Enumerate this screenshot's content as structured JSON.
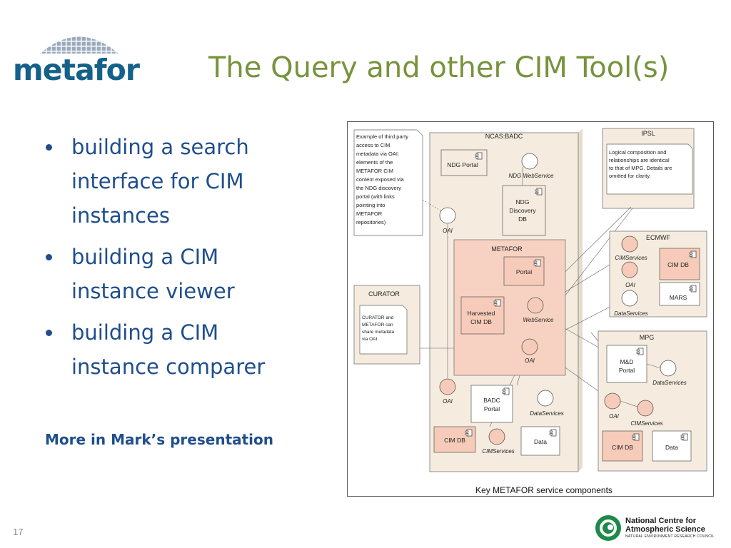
{
  "logo": {
    "name": "metafor"
  },
  "title": "The Query and other CIM Tool(s)",
  "bullets": [
    "building a search interface for CIM instances",
    "building a CIM instance viewer",
    "building a CIM instance comparer"
  ],
  "more_note": "More in Mark’s presentation",
  "page_number": "17",
  "footer_logo": {
    "line1": "National Centre for",
    "line2": "Atmospheric Science",
    "line3": "NATURAL ENVIRONMENT RESEARCH COUNCIL"
  },
  "diagram": {
    "caption": "Key METAFOR service components",
    "ncas_badc": {
      "title": "NCAS:BADC",
      "note": [
        "Example of third party",
        "access to CIM",
        "metadata via OAI:",
        "elements of the",
        "METAFOR CIM",
        "content exposed via",
        "the NDG discovery",
        "portal (with links",
        "pointing into",
        "METAFOR",
        "repositories)"
      ],
      "ndg_portal": "NDG Portal",
      "ndg_webservice": "NDG WebService",
      "ndg_db": [
        "NDG",
        "Discovery",
        "DB"
      ],
      "oai_top": "OAI",
      "oai_bottom": "OAI",
      "badc_portal": [
        "BADC",
        "Portal"
      ],
      "data_services": "DataServices",
      "cim_db": "CIM DB",
      "cim_services": "CIMServices",
      "data": "Data"
    },
    "metafor": {
      "title": "METAFOR",
      "portal": "Portal",
      "harvested": [
        "Harvested",
        "CIM DB"
      ],
      "webservice": "WebService",
      "oai": "OAI"
    },
    "ipsl": {
      "title": "IPSL",
      "note": [
        "Logical composition and",
        "relationships are identical",
        "to that of MPG. Details are",
        "omitted for clarity."
      ]
    },
    "ecmwf": {
      "title": "ECMWF",
      "cim_services": "CIMServices",
      "cim_db": "CIM DB",
      "oai": "OAI",
      "mars": "MARS",
      "data_services": "DataServices"
    },
    "curator": {
      "title": "CURATOR",
      "note": [
        "CURATOR and",
        "METAFOR can",
        "share metadata",
        "via OAI."
      ]
    },
    "mpg": {
      "title": "MPG",
      "md_portal": [
        "M&D",
        "Portal"
      ],
      "data_services": "DataServices",
      "oai": "OAI",
      "cim_services": "CIMServices",
      "cim_db": "CIM DB",
      "data": "Data"
    }
  },
  "colors": {
    "title": "#77933c",
    "text": "#1f4e8c",
    "logo": "#14618a",
    "package_fill": "#f5ecdf",
    "metafor_fill": "#f7d2c2",
    "component_fill": "#f7cbb9",
    "note_fill": "#ffffff"
  }
}
